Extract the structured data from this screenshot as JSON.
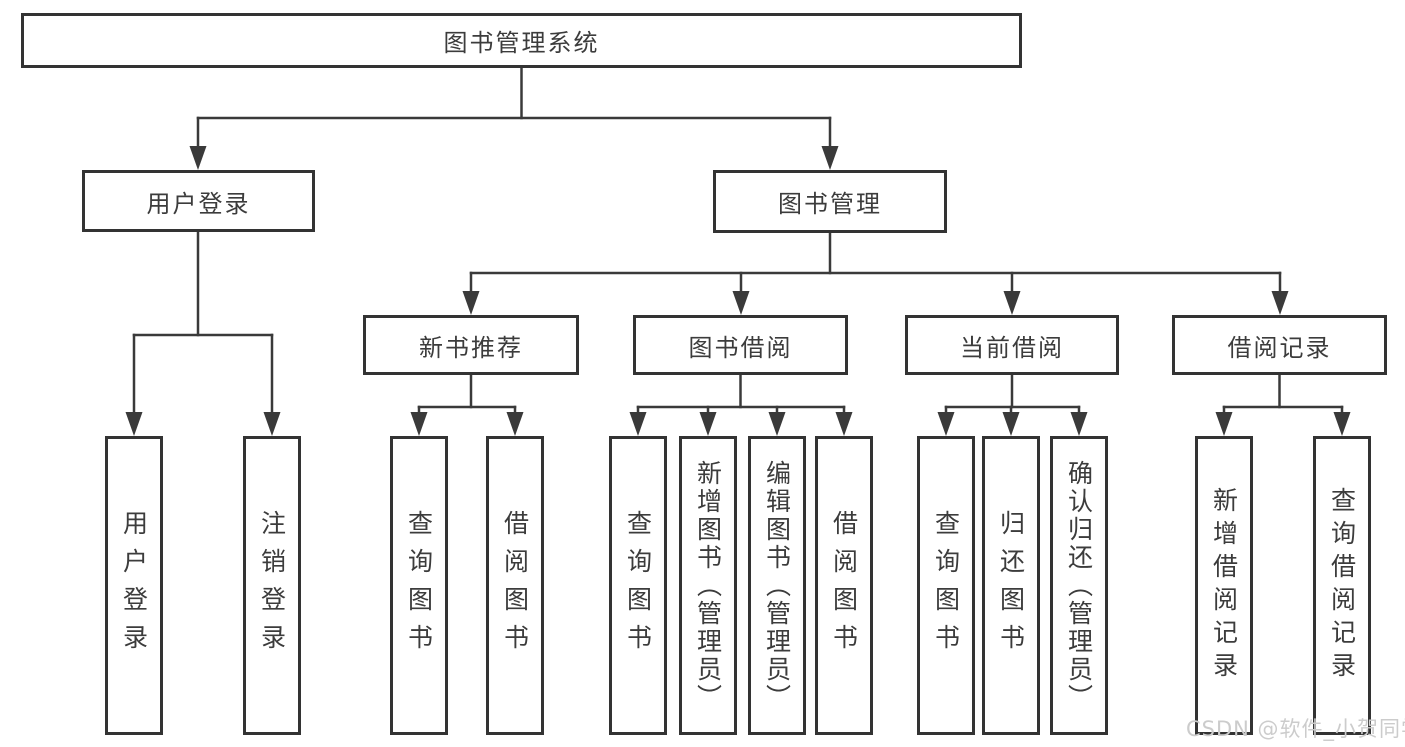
{
  "diagram": {
    "title": "图书管理系统",
    "type": "functional-structure-tree"
  },
  "nodes": {
    "root": {
      "label": "图书管理系统"
    },
    "user_login": {
      "label": "用户登录"
    },
    "book_management": {
      "label": "图书管理"
    },
    "new_book_recommend": {
      "label": "新书推荐"
    },
    "book_borrowing": {
      "label": "图书借阅"
    },
    "current_borrowing": {
      "label": "当前借阅"
    },
    "borrowing_records": {
      "label": "借阅记录"
    },
    "leaf_user_login": {
      "label": "用户登录"
    },
    "leaf_logout": {
      "label": "注销登录"
    },
    "leaf_search_book_1": {
      "label": "查询图书"
    },
    "leaf_borrow_book_1": {
      "label": "借阅图书"
    },
    "leaf_search_book_2": {
      "label": "查询图书"
    },
    "leaf_add_book": {
      "label": "新增图书（管理员）"
    },
    "leaf_edit_book": {
      "label": "编辑图书（管理员）"
    },
    "leaf_borrow_book_2": {
      "label": "借阅图书"
    },
    "leaf_search_book_3": {
      "label": "查询图书"
    },
    "leaf_return_book": {
      "label": "归还图书"
    },
    "leaf_confirm_return": {
      "label": "确认归还（管理员）"
    },
    "leaf_add_borrow_record": {
      "label": "新增借阅记录"
    },
    "leaf_search_borrow_record": {
      "label": "查询借阅记录"
    }
  },
  "hierarchy": {
    "图书管理系统": {
      "用户登录": [
        "用户登录",
        "注销登录"
      ],
      "图书管理": {
        "新书推荐": [
          "查询图书",
          "借阅图书"
        ],
        "图书借阅": [
          "查询图书",
          "新增图书（管理员）",
          "编辑图书（管理员）",
          "借阅图书"
        ],
        "当前借阅": [
          "查询图书",
          "归还图书",
          "确认归还（管理员）"
        ],
        "借阅记录": [
          "新增借阅记录",
          "查询借阅记录"
        ]
      }
    }
  },
  "watermark": {
    "text": "CSDN @软件_小贺同学"
  },
  "colors": {
    "line": "#3a3a3a",
    "box_border": "#333333",
    "text": "#3c3c3c",
    "background": "#ffffff",
    "watermark": "#cccccc"
  }
}
